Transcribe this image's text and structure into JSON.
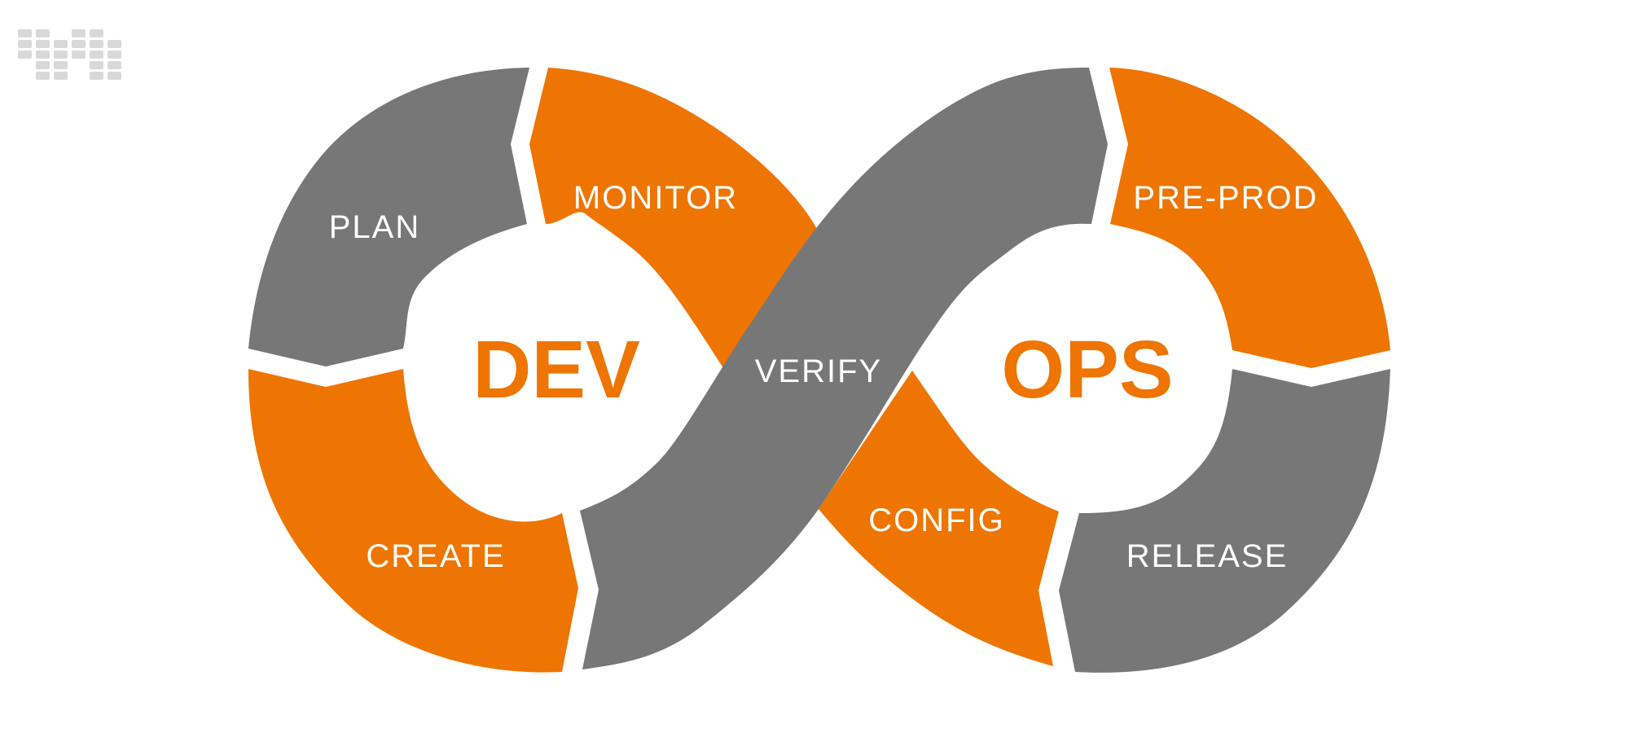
{
  "colors": {
    "orange": "#EE7501",
    "gray": "#777777",
    "logo_gray": "#D9D9D9",
    "background": "#FFFFFF"
  },
  "center_labels": {
    "left": "DEV",
    "right": "OPS"
  },
  "segments": {
    "plan": "PLAN",
    "monitor": "MONITOR",
    "create": "CREATE",
    "verify": "VERIFY",
    "config": "CONFIG",
    "pre_prod": "PRE-PROD",
    "release": "RELEASE"
  },
  "logo": {
    "icon": "block-grid-logo-icon"
  }
}
